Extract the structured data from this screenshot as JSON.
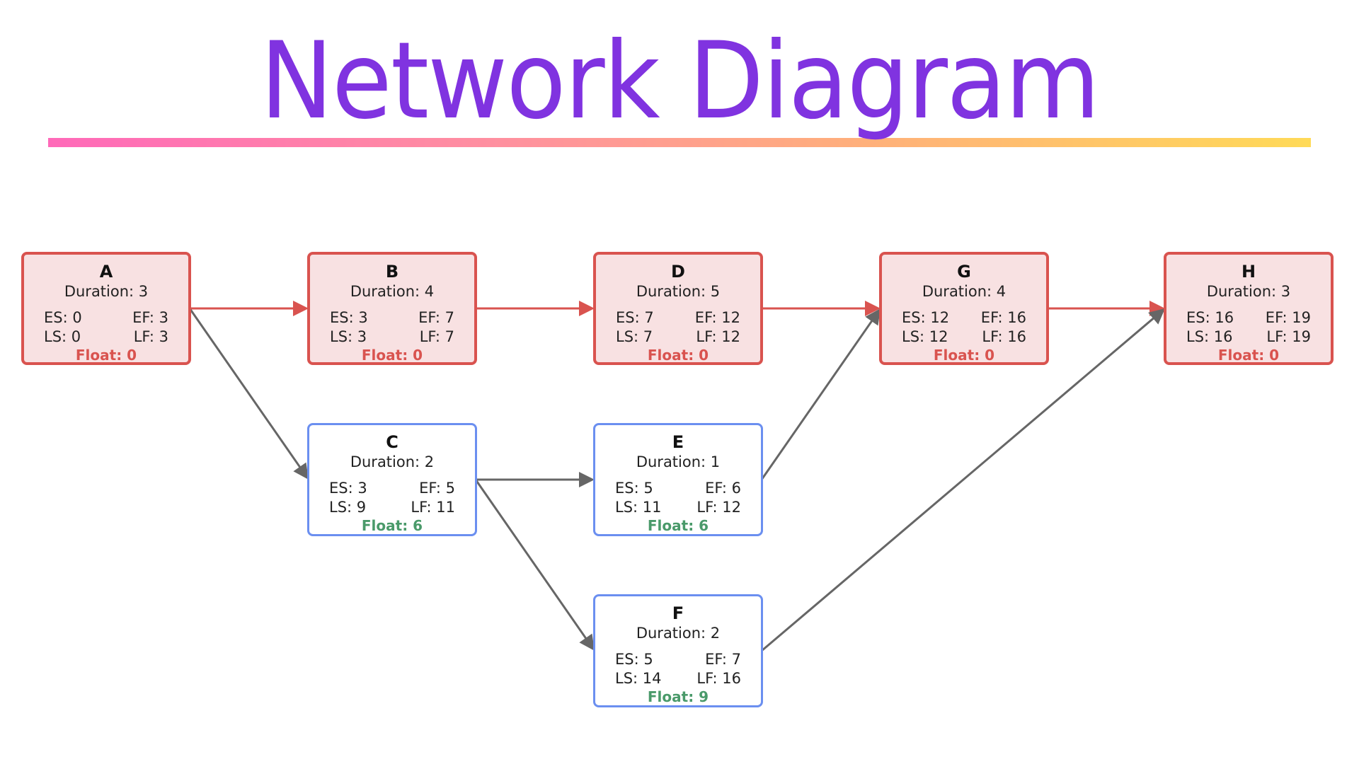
{
  "title": "Network Diagram",
  "colors": {
    "title": "#8033e0",
    "gradient_start": "#ff69b9",
    "gradient_end": "#ffda57",
    "critical_border": "#d9534f",
    "critical_fill": "#f8e1e2",
    "noncritical_border": "#6b8ff0",
    "critical_edge": "#d9534f",
    "noncritical_edge": "#666666",
    "float_critical": "#d9534f",
    "float_noncritical": "#4a9a6a"
  },
  "labels": {
    "duration": "Duration: ",
    "es": "ES: ",
    "ef": "EF: ",
    "ls": "LS: ",
    "lf": "LF: ",
    "float": "Float: "
  },
  "nodes": [
    {
      "id": "A",
      "duration": 3,
      "es": 0,
      "ef": 3,
      "ls": 0,
      "lf": 3,
      "float": 0,
      "critical": true,
      "col": 0,
      "row": 0
    },
    {
      "id": "B",
      "duration": 4,
      "es": 3,
      "ef": 7,
      "ls": 3,
      "lf": 7,
      "float": 0,
      "critical": true,
      "col": 1,
      "row": 0
    },
    {
      "id": "D",
      "duration": 5,
      "es": 7,
      "ef": 12,
      "ls": 7,
      "lf": 12,
      "float": 0,
      "critical": true,
      "col": 2,
      "row": 0
    },
    {
      "id": "G",
      "duration": 4,
      "es": 12,
      "ef": 16,
      "ls": 12,
      "lf": 16,
      "float": 0,
      "critical": true,
      "col": 3,
      "row": 0
    },
    {
      "id": "H",
      "duration": 3,
      "es": 16,
      "ef": 19,
      "ls": 16,
      "lf": 19,
      "float": 0,
      "critical": true,
      "col": 4,
      "row": 0
    },
    {
      "id": "C",
      "duration": 2,
      "es": 3,
      "ef": 5,
      "ls": 9,
      "lf": 11,
      "float": 6,
      "critical": false,
      "col": 1,
      "row": 1
    },
    {
      "id": "E",
      "duration": 1,
      "es": 5,
      "ef": 6,
      "ls": 11,
      "lf": 12,
      "float": 6,
      "critical": false,
      "col": 2,
      "row": 1
    },
    {
      "id": "F",
      "duration": 2,
      "es": 5,
      "ef": 7,
      "ls": 14,
      "lf": 16,
      "float": 9,
      "critical": false,
      "col": 2,
      "row": 2
    }
  ],
  "edges": [
    {
      "from": "A",
      "to": "B",
      "critical": true
    },
    {
      "from": "B",
      "to": "D",
      "critical": true
    },
    {
      "from": "D",
      "to": "G",
      "critical": true
    },
    {
      "from": "G",
      "to": "H",
      "critical": true
    },
    {
      "from": "A",
      "to": "C",
      "critical": false
    },
    {
      "from": "C",
      "to": "E",
      "critical": false
    },
    {
      "from": "C",
      "to": "F",
      "critical": false
    },
    {
      "from": "E",
      "to": "G",
      "critical": false
    },
    {
      "from": "F",
      "to": "H",
      "critical": false
    }
  ]
}
